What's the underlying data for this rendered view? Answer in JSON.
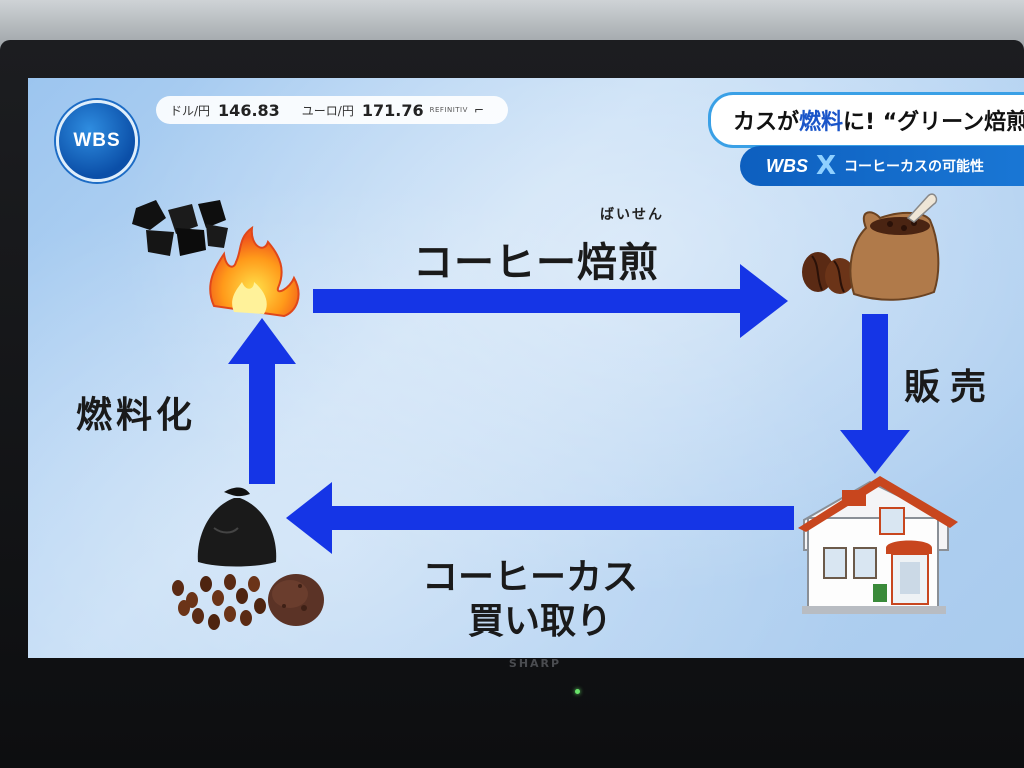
{
  "ticker": {
    "usd_label": "ドル/円",
    "usd_value": "146.83",
    "eur_label": "ユーロ/円",
    "eur_value": "171.76",
    "provider": "REFINITIV",
    "arrow_icon": "trend-arrow-icon"
  },
  "logo": {
    "text": "WBS"
  },
  "headline": {
    "part1": "カスが",
    "highlight": "燃料",
    "part2": "に! “グリーン焙煎”",
    "highlight_color": "#1a55c9"
  },
  "subbar": {
    "brand": "WBS",
    "cross": "X",
    "text": "コーヒーカスの可能性"
  },
  "diagram": {
    "roasting": {
      "label": "コーヒー焙煎",
      "ruby": "ばいせん"
    },
    "sales": {
      "label": "販売"
    },
    "buyback": {
      "line1": "コーヒーカス",
      "line2": "買い取り"
    },
    "fuel": {
      "label": "燃料化"
    },
    "arrow_color": "#1535e6",
    "icons": [
      "charcoal-icon",
      "fire-icon",
      "coffee-beans-icon",
      "coffee-sack-icon",
      "house-icon",
      "garbage-bag-icon",
      "coffee-grounds-icon"
    ]
  },
  "tv": {
    "brand": "SHARP"
  }
}
